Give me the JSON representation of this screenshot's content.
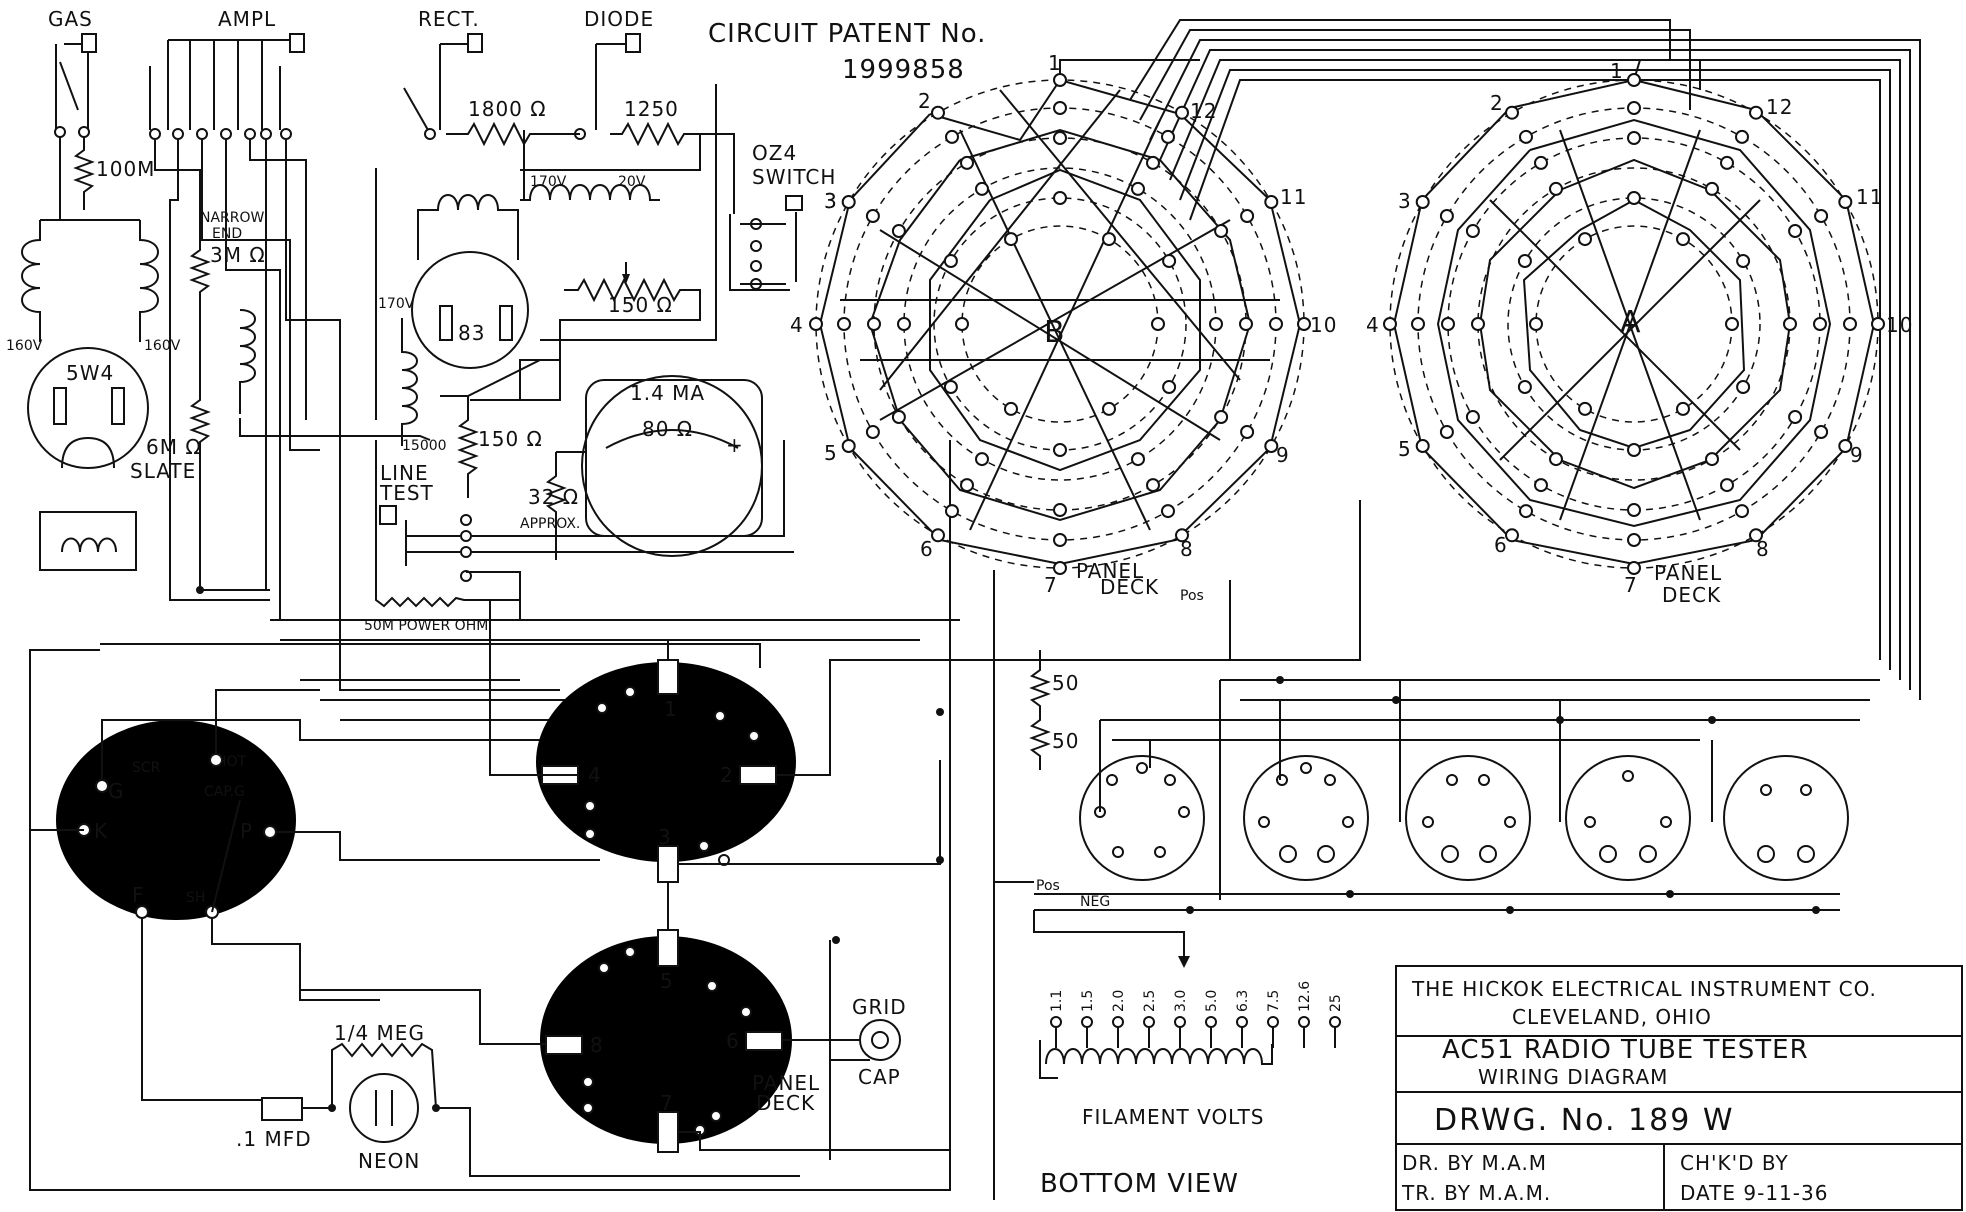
{
  "header": {
    "patent_line1": "CIRCUIT PATENT No.",
    "patent_line2": "1999858"
  },
  "switches": {
    "gas": "GAS",
    "ampl": "AMPL",
    "rect": "RECT.",
    "diode": "DIODE",
    "oz4": "OZ4",
    "oz4_switch": "SWITCH"
  },
  "components": {
    "r100m": "100M",
    "narrow_end": "NARROW",
    "narrow_end2": "END",
    "r3m": "3M Ω",
    "v160_left": "160V",
    "v160_right": "160V",
    "tube_5w4": "5W4",
    "r6m": "6M Ω",
    "slate": "SLATE",
    "r1800": "1800 Ω",
    "r1250": "1250",
    "v170a": "170V",
    "v20": "20V",
    "v170b": "170V",
    "tube_83": "83",
    "r150a": "150 Ω",
    "r15000": "15000",
    "r150b": "150 Ω",
    "meter_ma": "1.4 MA",
    "meter_ohm": "80 Ω",
    "meter_plus": "+",
    "r32": "32 Ω",
    "approx": "APPROX.",
    "line_test1": "LINE",
    "line_test2": "TEST",
    "power_ohm": "50M POWER OHM",
    "r50a": "50",
    "r50b": "50",
    "pos1": "Pos",
    "pos2": "Pos",
    "neg": "NEG",
    "quarter_meg": "1/4 MEG",
    "neon": "NEON",
    "mfd": ".1 MFD",
    "grid": "GRID",
    "cap": "CAP",
    "panel_deck_lower1": "PANEL",
    "panel_deck_lower2": "DECK"
  },
  "socket_pins": {
    "scr": "SCR",
    "g": "G",
    "k": "K",
    "f": "F",
    "hot": "HOT",
    "capg": "CAP.G",
    "p": "P",
    "sh": "SH"
  },
  "switch_positions": [
    "1",
    "2",
    "3",
    "4",
    "5",
    "6",
    "7",
    "8"
  ],
  "dial_b": {
    "label": "B",
    "numbers": [
      "1",
      "2",
      "3",
      "4",
      "5",
      "6",
      "7",
      "8",
      "9",
      "10",
      "11",
      "12"
    ],
    "panel": "PANEL",
    "deck": "DECK"
  },
  "dial_a": {
    "label": "A",
    "numbers": [
      "1",
      "2",
      "3",
      "4",
      "5",
      "6",
      "7",
      "8",
      "9",
      "10",
      "11",
      "12"
    ],
    "panel": "PANEL",
    "deck": "DECK"
  },
  "filament": {
    "values": [
      "1.1",
      "1.5",
      "2.0",
      "2.5",
      "3.0",
      "5.0",
      "6.3",
      "7.5",
      "12.6",
      "25"
    ],
    "label": "FILAMENT VOLTS"
  },
  "bottom_view": "BOTTOM VIEW",
  "title_block": {
    "company": "THE HICKOK ELECTRICAL INSTRUMENT CO.",
    "city": "CLEVELAND, OHIO",
    "product": "AC51 RADIO TUBE TESTER",
    "diagram": "WIRING DIAGRAM",
    "drawing_no": "DRWG. No. 189 W",
    "dr_by": "DR. BY  M.A.M",
    "tr_by": "TR. BY  M.A.M.",
    "chkd_by": "CH'K'D BY",
    "date": "DATE  9-11-36"
  }
}
